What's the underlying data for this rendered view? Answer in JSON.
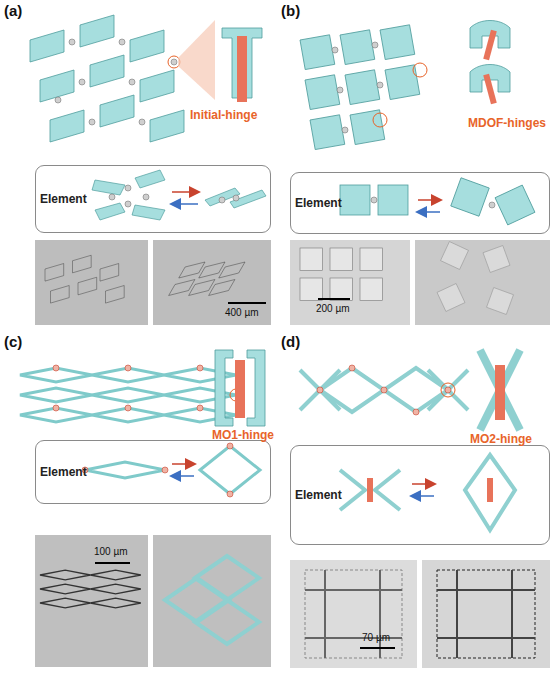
{
  "diagram": {
    "nodes": [
      {
        "text": [
          "Element"
        ]
      },
      {
        "text": [
          "Element"
        ]
      },
      {
        "text": [
          "Element"
        ]
      },
      {
        "text": [
          "Element"
        ]
      }
    ],
    "labels": [
      "(a)",
      "Initial-hinge",
      "400 µm",
      "(b)",
      "MDOF-hinges",
      "200 µm",
      "(c)",
      "MO1-hinge",
      "100 µm",
      "(d)",
      "MO2-hinge",
      "70 µm"
    ]
  }
}
